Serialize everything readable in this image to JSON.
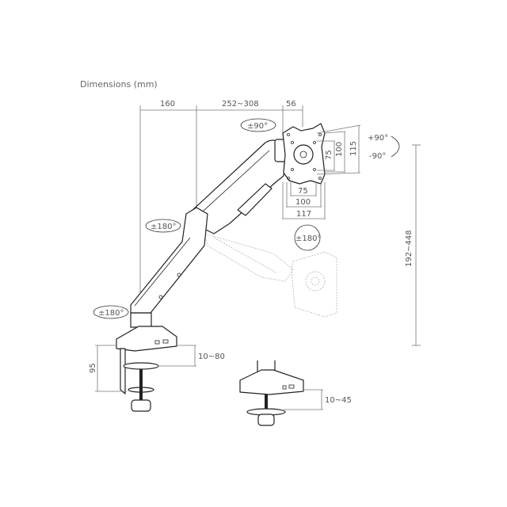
{
  "title": "Dimensions (mm)",
  "dimensions": {
    "base_offset": "160",
    "arm_reach": "252~308",
    "head_depth": "56",
    "height_range": "192~448",
    "clamp_height": "95",
    "clamp_desk_thickness": "10~80",
    "grommet_desk_thickness": "10~45"
  },
  "vesa": {
    "vertical_75": "75",
    "vertical_100": "100",
    "vertical_115": "115",
    "horizontal_75": "75",
    "horizontal_100": "100",
    "horizontal_117": "117"
  },
  "rotations": {
    "swivel_head": "±90°",
    "tilt_up": "+90°",
    "tilt_down": "-90°",
    "elbow": "±180°",
    "base": "±180°",
    "rotation_screen": "±180°"
  }
}
